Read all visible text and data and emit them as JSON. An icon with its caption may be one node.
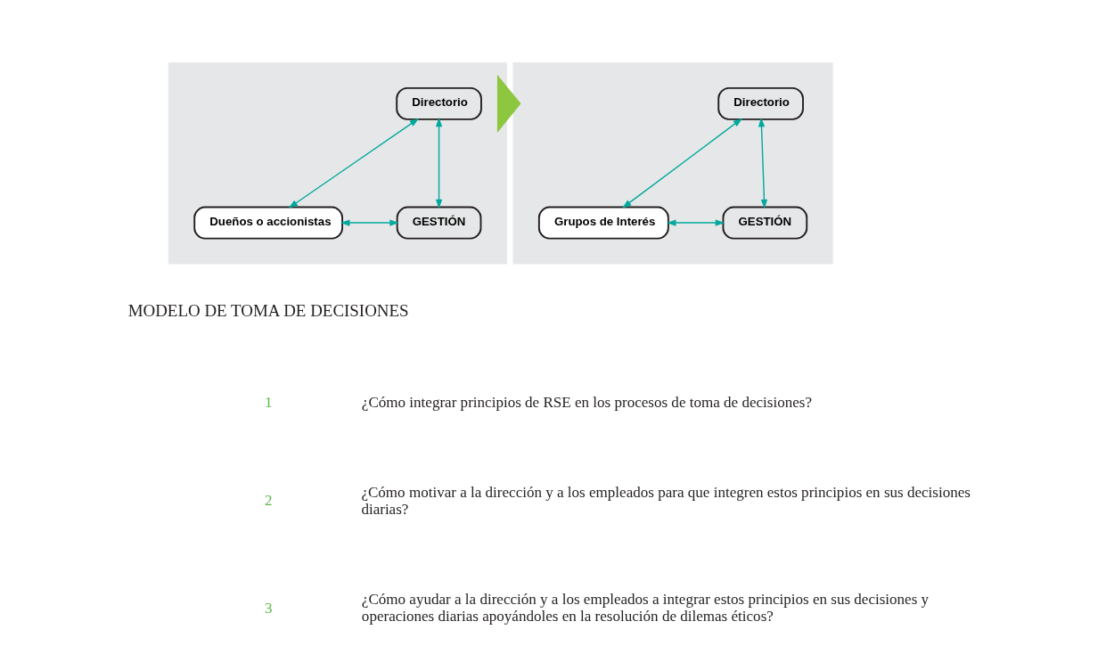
{
  "diagram": {
    "nodes": [
      {
        "text": [],
        "shape": "box"
      },
      {
        "text": [
          "Directorio"
        ],
        "in": 0
      },
      {
        "text": [
          "Dueños o accionistas"
        ],
        "in": 0
      },
      {
        "text": [
          "GESTIÓN"
        ],
        "in": 0
      },
      {
        "text": [],
        "shape": "box"
      },
      {
        "text": [
          "Directorio"
        ],
        "in": 4
      },
      {
        "text": [
          "Grupos de Interés"
        ],
        "in": 4
      },
      {
        "text": [
          "GESTIÓN"
        ],
        "in": 4
      }
    ],
    "edges": [
      {
        "from": 1,
        "to": 2,
        "arrow": "both"
      },
      {
        "from": 1,
        "to": 3,
        "arrow": "both"
      },
      {
        "from": 2,
        "to": 3,
        "arrow": "both"
      },
      {
        "from": 5,
        "to": 6,
        "arrow": "both"
      },
      {
        "from": 5,
        "to": 7,
        "arrow": "both"
      },
      {
        "from": 6,
        "to": 7,
        "arrow": "both"
      },
      {
        "from": 0,
        "to": 4,
        "arrow": "to",
        "style": "thick",
        "color": "#8dc63f"
      }
    ],
    "labels": [
      "MODELO DE TOMA DE DECISIONES",
      "1",
      "¿Cómo integrar principios de RSE en los procesos de toma de decisiones?",
      "2",
      "¿Cómo motivar a la dirección y a los empleados para que integren estos principios en sus decisiones diarias?",
      "3",
      "¿Cómo ayudar a la dirección y a los empleados a integrar estos principios en sus decisiones y operaciones diarias apoyándoles en la resolución de dilemas éticos?"
    ]
  }
}
